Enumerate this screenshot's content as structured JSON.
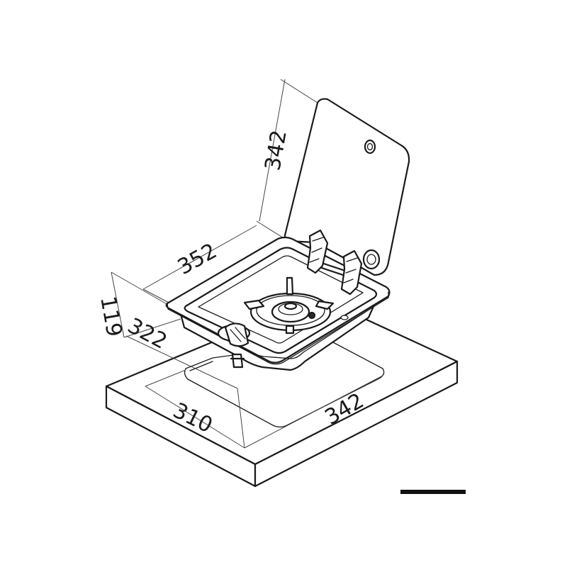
{
  "diagram": {
    "dimensions": {
      "lid_height": "342",
      "hob_width": "352",
      "hob_depth_total": "119",
      "hob_depth_inner": "322",
      "cutout_width": "310",
      "cutout_depth": "342"
    },
    "colors": {
      "line": "#1a1a1a",
      "background": "#ffffff",
      "scale_bar": "#111111"
    }
  }
}
